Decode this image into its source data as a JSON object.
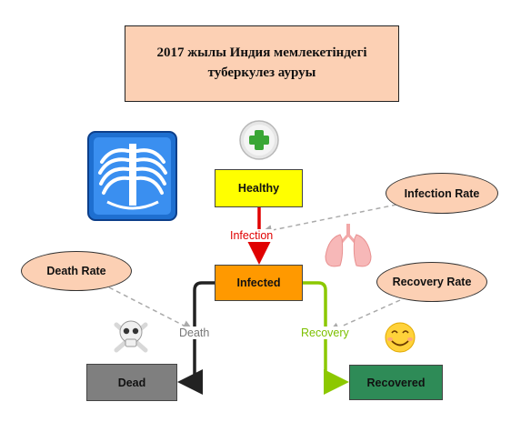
{
  "title": {
    "line1": "2017 жылы Индия мемлекетіндегі",
    "line2": "туберкулез ауруы"
  },
  "states": {
    "healthy": "Healthy",
    "infected": "Infected",
    "dead": "Dead",
    "recovered": "Recovered"
  },
  "rates": {
    "infection_rate": "Infection Rate",
    "death_rate": "Death Rate",
    "recovery_rate": "Recovery Rate"
  },
  "transitions": {
    "infection": "Infection",
    "death": "Death",
    "recovery": "Recovery"
  },
  "icons": {
    "xray": "chest-xray-icon",
    "plus": "green-plus-icon",
    "lungs": "lungs-icon",
    "skull": "skull-crossbones-icon",
    "smile": "smiling-face-icon"
  },
  "colors": {
    "title_bg": "#fcd0b4",
    "healthy": "#ffff00",
    "infected": "#ff9900",
    "dead": "#7f7f7f",
    "recovered": "#2e8b57",
    "infection_arrow": "#e00000",
    "death_arrow": "#333333",
    "recovery_arrow": "#8cc800",
    "influence_arrow": "#aaaaaa"
  }
}
